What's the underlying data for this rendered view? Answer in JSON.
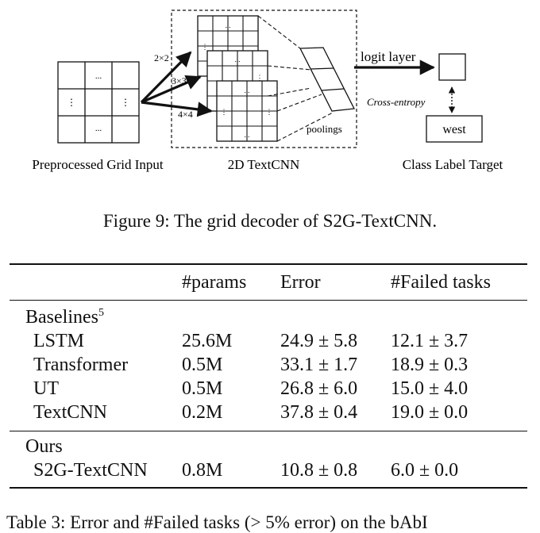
{
  "figure": {
    "labels": {
      "input": "Preprocessed Grid Input",
      "textcnn": "2D TextCNN",
      "target": "Class Label Target",
      "kernel_2": "2×2",
      "kernel_3": "3×3",
      "kernel_4": "4×4",
      "poolings": "poolings",
      "logit": "logit layer",
      "loss": "Cross-entropy",
      "target_value": "west",
      "dots": "...",
      "vdots": "⋮"
    },
    "caption": "Figure 9: The grid decoder of S2G-TextCNN."
  },
  "table": {
    "headers": [
      "",
      "#params",
      "Error",
      "#Failed tasks"
    ],
    "groups": [
      {
        "label": "Baselines",
        "footnote": "5",
        "rows": [
          {
            "model": "LSTM",
            "params": "25.6M",
            "error": "24.9 ± 5.8",
            "failed": "12.1 ± 3.7"
          },
          {
            "model": "Transformer",
            "params": "0.5M",
            "error": "33.1 ± 1.7",
            "failed": "18.9 ± 0.3"
          },
          {
            "model": "UT",
            "params": "0.5M",
            "error": "26.8 ± 6.0",
            "failed": "15.0 ± 4.0"
          },
          {
            "model": "TextCNN",
            "params": "0.2M",
            "error": "37.8 ± 0.4",
            "failed": "19.0 ± 0.0"
          }
        ]
      },
      {
        "label": "Ours",
        "rows": [
          {
            "model": "S2G-TextCNN",
            "params": "0.8M",
            "error": "10.8 ± 0.8",
            "failed": "6.0 ± 0.0"
          }
        ]
      }
    ],
    "caption": "Table 3: Error and #Failed tasks (> 5% error) on the bAbI"
  }
}
